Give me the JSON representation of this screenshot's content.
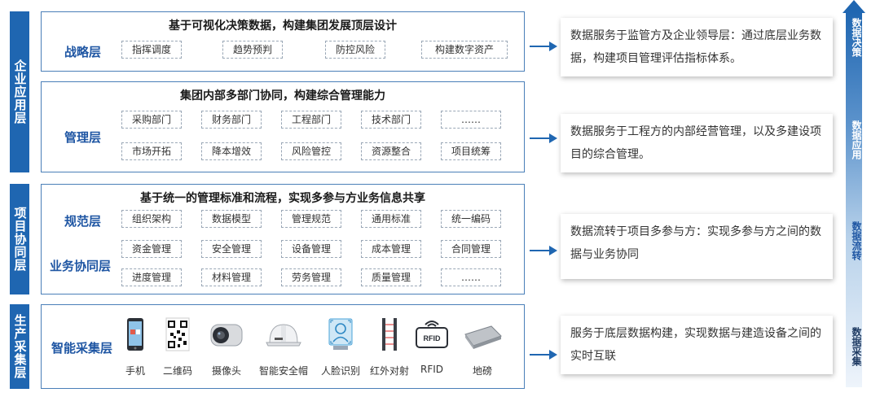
{
  "left_labels": {
    "enterprise": "企业应用层",
    "project": "项目协同层",
    "production": "生产采集层"
  },
  "strategy": {
    "title": "基于可视化决策数据，构建集团发展顶层设计",
    "name": "战略层",
    "tags": [
      "指挥调度",
      "趋势预判",
      "防控风险",
      "构建数字资产"
    ]
  },
  "management": {
    "title": "集团内部多部门协同，构建综合管理能力",
    "name": "管理层",
    "tags_row1": [
      "采购部门",
      "财务部门",
      "工程部门",
      "技术部门",
      "……"
    ],
    "tags_row2": [
      "市场开拓",
      "降本增效",
      "风险管控",
      "资源整合",
      "项目统筹"
    ]
  },
  "standard": {
    "title": "基于统一的管理标准和流程，实现多参与方业务信息共享",
    "name": "规范层",
    "name2": "业务协同层",
    "tags_row1": [
      "组织架构",
      "数据模型",
      "管理规范",
      "通用标准",
      "统一编码"
    ],
    "tags_row2": [
      "资金管理",
      "安全管理",
      "设备管理",
      "成本管理",
      "合同管理"
    ],
    "tags_row3": [
      "进度管理",
      "材料管理",
      "劳务管理",
      "质量管理",
      "……"
    ]
  },
  "collection": {
    "name": "智能采集层",
    "devices": [
      {
        "label": "手机",
        "icon": "phone-icon"
      },
      {
        "label": "二维码",
        "icon": "qrcode-icon"
      },
      {
        "label": "摄像头",
        "icon": "camera-icon"
      },
      {
        "label": "智能安全帽",
        "icon": "helmet-icon"
      },
      {
        "label": "人脸识别",
        "icon": "face-recognition-icon"
      },
      {
        "label": "红外对射",
        "icon": "infrared-icon"
      },
      {
        "label": "RFID",
        "icon": "rfid-icon"
      },
      {
        "label": "地磅",
        "icon": "scale-icon"
      }
    ],
    "rfid_text": "RFID"
  },
  "descriptions": [
    "数据服务于监管方及企业领导层：通过底层业务数据，构建项目管理评估指标体系。",
    "数据服务于工程方的内部经营管理，以及多建设项目的综合管理。",
    "数据流转于项目多参与方：实现多参与方之间的数据与业务协同",
    "服务于底层数据构建，实现数据与建造设备之间的实时互联"
  ],
  "right_bar": {
    "label1": "数据决策",
    "label2": "数据应用",
    "label3": "数据流转",
    "label4": "数据采集"
  },
  "colors": {
    "primary": "#1f66b1",
    "border": "#4a7fb8",
    "name_text": "#1f56a3"
  }
}
